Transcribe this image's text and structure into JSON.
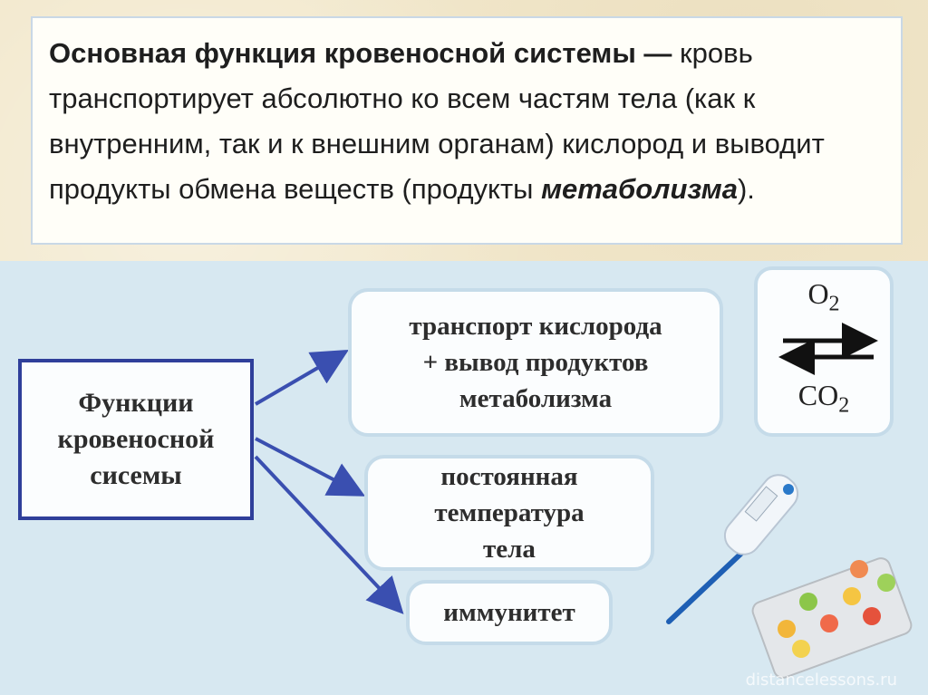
{
  "intro": {
    "lead_bold": "Основная функция кровеносной системы",
    "dash": " —",
    "body": " кровь транспортирует абсолютно ко всем частям тела (как к внутренним, так и к внешним органам) кислород и выводит продукты обмена веществ (продукты ",
    "emphasis": "метаболизма",
    "closing": ")."
  },
  "diagram": {
    "main": [
      "Функции",
      "кровеносной",
      "сисемы"
    ],
    "functions": [
      {
        "lines": [
          "транспорт кислорода",
          "+ вывод продуктов",
          "метаболизма"
        ]
      },
      {
        "lines": [
          "постоянная",
          "температура",
          "тела"
        ]
      },
      {
        "lines": [
          "иммунитет"
        ]
      }
    ],
    "gas_top": "O",
    "gas_top_sub": "2",
    "gas_bottom": "CO",
    "gas_bottom_sub": "2"
  },
  "watermark": "distancelessons.ru",
  "colors": {
    "arrow": "#3a4fb0",
    "main_border": "#2f3f9a",
    "panel": "#d7e8f1"
  }
}
